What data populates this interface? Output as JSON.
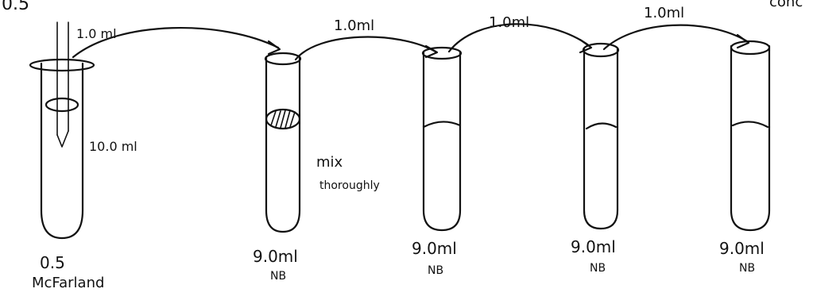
{
  "header_fragment": "0.5",
  "corner_fragment": "conc",
  "transfers": [
    {
      "label": "1.0 ml"
    },
    {
      "label": "1.0ml"
    },
    {
      "label": "1.0ml"
    },
    {
      "label": "1.0ml"
    }
  ],
  "stock_tube": {
    "volume_label": "10.0 ml",
    "caption_line1": "0.5",
    "caption_line2": "McFarland"
  },
  "mix_note": {
    "line1": "mix",
    "line2": "thoroughly"
  },
  "dilution_tubes": [
    {
      "volume": "9.0ml",
      "medium": "NB"
    },
    {
      "volume": "9.0ml",
      "medium": "NB"
    },
    {
      "volume": "9.0ml",
      "medium": "NB"
    },
    {
      "volume": "9.0ml",
      "medium": "NB"
    }
  ]
}
